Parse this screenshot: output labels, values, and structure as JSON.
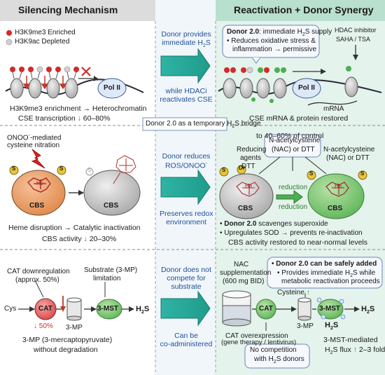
{
  "headers": {
    "left": "Silencing Mechanism",
    "right": "Reactivation + Donor Synergy"
  },
  "legend": [
    {
      "label": "H3K9me3 Enriched",
      "color": "#d42a2a"
    },
    {
      "label": "H3K9ac Depleted",
      "color": "#cfcfcf"
    }
  ],
  "row1": {
    "left": {
      "polymerase": "Pol II",
      "line1": "H3K9me3 enrichment → Heterochromatin",
      "line2a": "CSE transcription",
      "line2_arrow": "↓",
      "line2b": "60–80%"
    },
    "middle": {
      "top_line1": "Donor provides",
      "top_line2": "immediate H",
      "top_sub": "2",
      "top_tail": "S",
      "bottom_line1": "while HDACi",
      "bottom_line2": "reactivates CSE"
    },
    "right": {
      "box_title": "Donor 2.0",
      "box_title_rest": ": immediate H",
      "box_title_sub": "2",
      "box_title_tail": "S supply",
      "box_line2": "• Reduces oxidative stress &",
      "box_line3": "inflammation → permissive",
      "hdac_title": "HDAC inhibitor",
      "hdac_drug": "SAHA / TSA",
      "polymerase": "Pol II",
      "mrna": "mRNA",
      "footer1": "CSE mRNA & protein restored",
      "footer2": "to 40–60% of control"
    },
    "bridge": "Donor 2.0 as a temporary H",
    "bridge_sub": "2",
    "bridge_tail": "S bridge"
  },
  "row2": {
    "left": {
      "annot1": "ONOO",
      "annot1_sup": "-",
      "annot1_tail": "-mediated",
      "annot2": "cysteine nitration",
      "enzyme1": "CBS",
      "enzyme2": "CBS",
      "heme": "He",
      "s": "S",
      "line1": "Heme disruption → Catalytic inactivation",
      "line2a": "CBS activity",
      "line2_arrow": "↓",
      "line2b": "20–30%"
    },
    "middle": {
      "top_line1": "Donor reduces",
      "top_line2": "ROS/ONOO",
      "top_sup": "-",
      "bottom_line1": "Preserves redox",
      "bottom_line2": "environment"
    },
    "right": {
      "nac_box1": "N-acetylcysteine",
      "nac_box2": "(NAC) or DTT",
      "reducing1": "Reducing",
      "reducing2": "agents",
      "reducing3": "DTT",
      "nac_right1": "N-acetylcysteine",
      "nac_right2": "(NAC) or DTT",
      "reduction_top": "reduction",
      "reduction_bottom": "reduction",
      "enzyme1": "CBS",
      "enzyme2": "CBS",
      "heme": "He",
      "dt": "Dr",
      "s": "S",
      "bullet1_bold": "Donor 2.0",
      "bullet1_rest": " scavenges superoxide",
      "bullet2": "• Upregulates SOD → prevents re-inactivation",
      "footer": "CBS activity restored to near-normal levels"
    }
  },
  "row3": {
    "left": {
      "cat_down1": "CAT downregulation",
      "cat_down2": "(approx. 50%)",
      "substrate1": "Substrate (3-MP)",
      "substrate2": "limitation",
      "cys": "Cys",
      "cat": "CAT",
      "mp": "3-MP",
      "mst": "3-MST",
      "h2s": "H",
      "h2s_sub": "2",
      "h2s_tail": "S",
      "pct_arrow": "↓",
      "pct": "50%",
      "line1": "3-MP (3-mercaptopyruvate)",
      "line2": "without degradation"
    },
    "middle": {
      "top_line1": "Donor does not",
      "top_line2": "compete for",
      "top_line3": "substrate",
      "bottom_line1": "Can be",
      "bottom_line2": "co-administered"
    },
    "right": {
      "nac1": "NAC",
      "nac2": "supplementation",
      "nac3": "(600 mg BID)",
      "box_bold": "• Donor 2.0 can be safely added",
      "box_line2": "• Provides immediate H",
      "box_line2_sub": "2",
      "box_line2_tail": "S while",
      "box_line3": "metabolic reactivation proceeds",
      "cysteine": "Cysteine",
      "cysteine_arrow": "↑",
      "cat": "CAT",
      "mp": "3-MP",
      "mst": "3-MST",
      "h2s": "H",
      "h2s_sub": "2",
      "h2s_tail": "S",
      "cat_over1": "CAT overexpression",
      "cat_over2": "(gene therapy / lentivirus)",
      "nocomp1": "No competition",
      "nocomp2": "with H",
      "nocomp2_sub": "2",
      "nocomp2_tail": "S donors",
      "flux1": "3-MST-mediated",
      "flux2": "H",
      "flux2_sub": "2",
      "flux2_mid": "S flux",
      "flux_arrow": "↑",
      "flux_tail": "2–3 fold"
    }
  }
}
